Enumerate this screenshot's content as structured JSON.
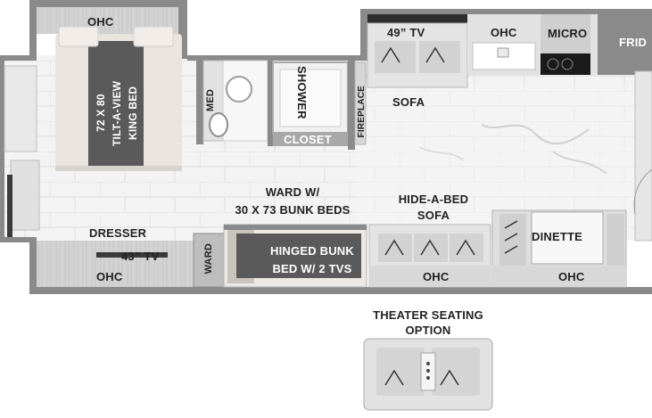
{
  "labels": {
    "ohc": "OHC",
    "king_bed": "72 X 80\nTILT-A-VIEW\nKING BED",
    "med": "MED",
    "shower": "SHOWER",
    "closet": "CLOSET",
    "fireplace": "FIREPLACE",
    "tv_49": "49” TV",
    "sofa": "SOFA",
    "micro": "MICRO",
    "fridge": "FRID",
    "ward_bunk": "WARD W/\n30 X 73 BUNK BEDS",
    "hide_a_bed": "HIDE-A-BED\nSOFA",
    "dinette": "DINETTE",
    "dresser": "DRESSER",
    "tv_43": "43” TV",
    "ward": "WARD",
    "hinged_bunk": "HINGED BUNK\nBED W/ 2 TVS",
    "theater_option": "THEATER SEATING\nOPTION"
  }
}
